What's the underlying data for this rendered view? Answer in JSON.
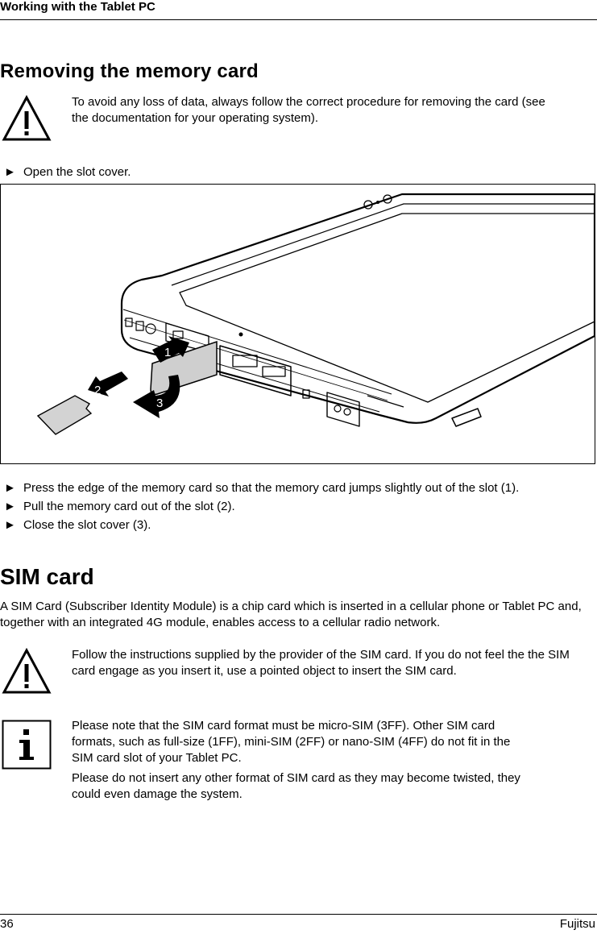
{
  "header": {
    "running_title": "Working with the Tablet PC"
  },
  "memory_card": {
    "heading": "Removing the memory card",
    "warning": "To avoid any loss of data, always follow the correct procedure for removing the card (see the documentation for your operating system).",
    "step_open": "Open the slot cover.",
    "figure_callouts": [
      "1",
      "2",
      "3"
    ],
    "steps": [
      "Press the edge of the memory card so that the memory card jumps slightly out of the slot (1).",
      "Pull the memory card out of the slot (2).",
      "Close the slot cover (3)."
    ]
  },
  "sim_card": {
    "heading": "SIM card",
    "intro": "A SIM Card (Subscriber Identity Module) is a chip card which is inserted in a cellular phone or Tablet PC and, together with an integrated 4G module, enables access to a cellular radio network.",
    "warning": "Follow the instructions supplied by the provider of the SIM card. If you do not feel the the SIM card engage as you insert it, use a pointed object to insert the SIM card.",
    "info_1": "Please note that the SIM card format must be micro-SIM (3FF). Other SIM card formats, such as full-size (1FF), mini-SIM (2FF) or nano-SIM (4FF) do not fit in the SIM card slot of your Tablet PC.",
    "info_2": "Please do not insert any other format of SIM card as they may become twisted, they could even damage the system."
  },
  "footer": {
    "page_number": "36",
    "brand": "Fujitsu"
  },
  "icons": {
    "bullet": "black-right-pointer",
    "warning": "warning-triangle-icon",
    "info": "info-icon"
  }
}
